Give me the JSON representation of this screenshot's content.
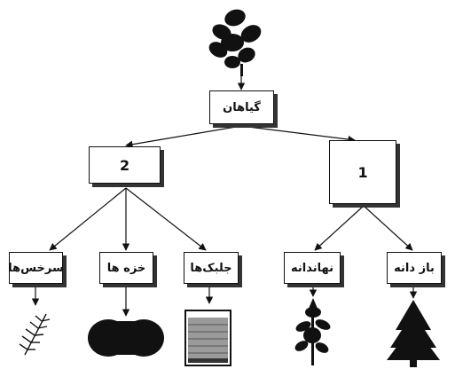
{
  "root": {
    "label": "گیاهان"
  },
  "groups": [
    {
      "label": "2"
    },
    {
      "label": "1"
    }
  ],
  "leaves": [
    {
      "label": "سرخس‌ها",
      "picture": "fern-frond-icon"
    },
    {
      "label": "خزه ها",
      "picture": "moss-clump-icon"
    },
    {
      "label": "جلبک‌ها",
      "picture": "algae-beaker-icon"
    },
    {
      "label": "نهاندانه",
      "picture": "flowering-plant-icon"
    },
    {
      "label": "باز دانه",
      "picture": "conifer-tree-icon"
    }
  ],
  "colors": {
    "ink": "#111111",
    "shadow": "#333333",
    "background": "#ffffff"
  }
}
